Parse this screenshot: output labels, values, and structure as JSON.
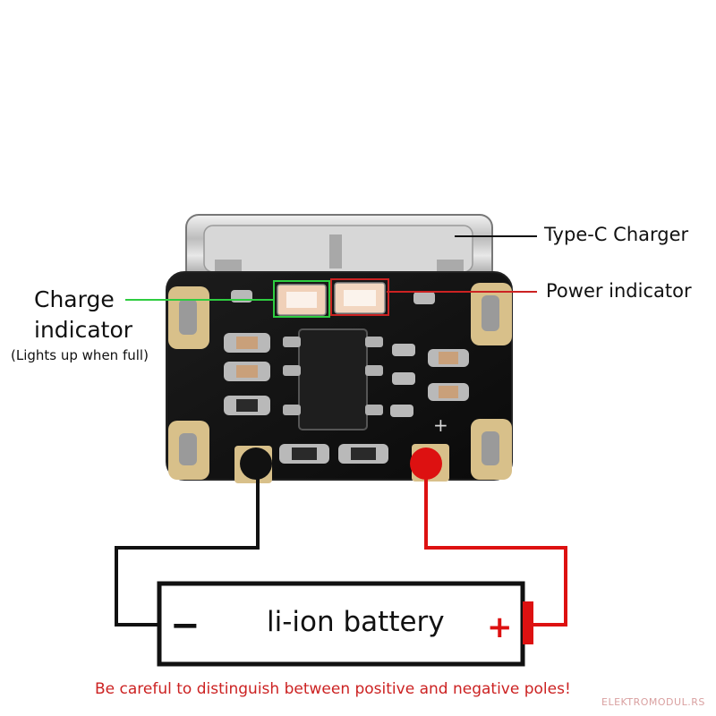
{
  "labels": {
    "type_c": "Type-C Charger",
    "power_indicator": "Power indicator",
    "charge_line1": "Charge",
    "charge_line2": "indicator",
    "charge_note": "(Lights up when full)",
    "battery": "li-ion battery",
    "minus": "−",
    "plus": "+",
    "pcb_plus": "+"
  },
  "warning": "Be careful to distinguish between positive and negative poles!",
  "watermark": "ELEKTROMODUL.RS",
  "colors": {
    "pcb": "#121212",
    "pad_gold": "#d8c08a",
    "wire_negative": "#111111",
    "wire_positive": "#dd1111",
    "charge_led_marker": "#2ecc40",
    "power_led_marker": "#cc2222",
    "warning_text": "#cc2222"
  }
}
